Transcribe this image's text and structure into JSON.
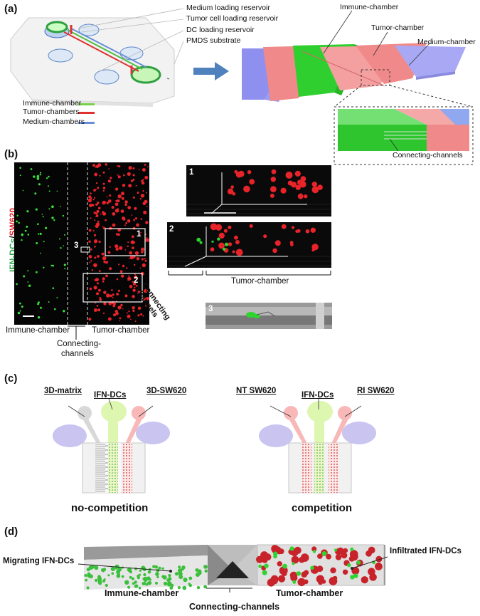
{
  "panels": {
    "a": "(a)",
    "b": "(b)",
    "c": "(c)",
    "d": "(d)"
  },
  "panel_a": {
    "reservoir_labels": [
      "Medium loading reservoir",
      "Tumor cell loading reservoir",
      "DC loading reservoir",
      "PMDS substrate"
    ],
    "legend": [
      {
        "label": "Immune-chamber",
        "color": "#7ad04a"
      },
      {
        "label": "Tumor-chambers",
        "color": "#e03030"
      },
      {
        "label": "Medium-chambers",
        "color": "#6a8fd8"
      }
    ],
    "chamber_labels": {
      "immune": "Immune-chamber",
      "tumor": "Tumor-chamber",
      "medium": "Medium-chamber"
    },
    "inset_label": "Connecting-channels"
  },
  "panel_b": {
    "y_label_green": "IFN-DCs",
    "y_label_sep": "/",
    "y_label_red": "SW620",
    "roi_labels": [
      "1",
      "2",
      "3"
    ],
    "bottom_left": "Immune-chamber",
    "bottom_right": "Tumor-chamber",
    "connecting_line1": "Connecting-",
    "connecting_line2": "channels",
    "view_labels": [
      "1",
      "2",
      "3"
    ],
    "side_connecting_line1": "Connecting",
    "side_connecting_line2": "channels",
    "side_tumor": "Tumor-chamber"
  },
  "panel_c": {
    "left": {
      "labels": [
        "3D-matrix",
        "IFN-DCs",
        "3D-SW620"
      ],
      "caption": "no-competition"
    },
    "right": {
      "labels": [
        "NT SW620",
        "IFN-DCs",
        "RI SW620"
      ],
      "caption": "competition"
    }
  },
  "panel_d": {
    "migrating": "Migrating IFN-DCs",
    "infiltrated": "Infiltrated IFN-DCs",
    "immune": "Immune-chamber",
    "tumor": "Tumor-chamber",
    "connecting": "Connecting-channels"
  },
  "colors": {
    "green": "#2ea84a",
    "red": "#e0202a",
    "blue": "#3a78c0",
    "purple": "#8f8ff0",
    "salmon": "#f08080",
    "lime": "#30d030"
  }
}
